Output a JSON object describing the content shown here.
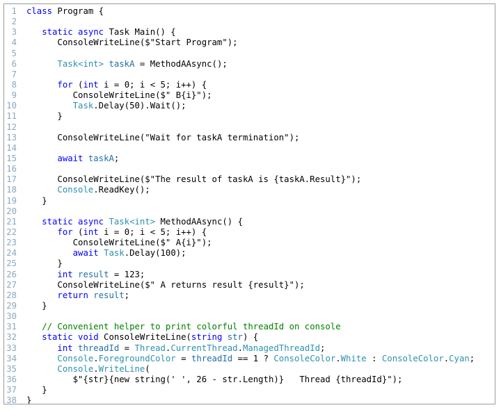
{
  "code_view": {
    "lines": [
      {
        "n": "1",
        "tokens": [
          [
            "kw",
            "class"
          ],
          [
            "p",
            " Program {"
          ]
        ]
      },
      {
        "n": "2",
        "tokens": []
      },
      {
        "n": "3",
        "tokens": [
          [
            "p",
            "   "
          ],
          [
            "kw",
            "static async"
          ],
          [
            "p",
            " Task Main() {"
          ]
        ]
      },
      {
        "n": "4",
        "tokens": [
          [
            "p",
            "      ConsoleWriteLine($\"Start Program\");"
          ]
        ]
      },
      {
        "n": "5",
        "tokens": []
      },
      {
        "n": "6",
        "tokens": [
          [
            "p",
            "      "
          ],
          [
            "ty",
            "Task<int>"
          ],
          [
            "p",
            " "
          ],
          [
            "id",
            "taskA"
          ],
          [
            "p",
            " = MethodAAsync();"
          ]
        ]
      },
      {
        "n": "7",
        "tokens": []
      },
      {
        "n": "8",
        "tokens": [
          [
            "p",
            "      "
          ],
          [
            "kw",
            "for"
          ],
          [
            "p",
            " ("
          ],
          [
            "kw",
            "int"
          ],
          [
            "p",
            " i = 0; i < 5; i++) {"
          ]
        ]
      },
      {
        "n": "9",
        "tokens": [
          [
            "p",
            "         ConsoleWriteLine($\" B{i}\");"
          ]
        ]
      },
      {
        "n": "10",
        "tokens": [
          [
            "p",
            "         "
          ],
          [
            "ty",
            "Task"
          ],
          [
            "p",
            ".Delay(50).Wait();"
          ]
        ]
      },
      {
        "n": "11",
        "tokens": [
          [
            "p",
            "      }"
          ]
        ]
      },
      {
        "n": "12",
        "tokens": []
      },
      {
        "n": "13",
        "tokens": [
          [
            "p",
            "      ConsoleWriteLine(\"Wait for taskA termination\");"
          ]
        ]
      },
      {
        "n": "14",
        "tokens": []
      },
      {
        "n": "15",
        "tokens": [
          [
            "p",
            "      "
          ],
          [
            "kw",
            "await"
          ],
          [
            "p",
            " "
          ],
          [
            "id",
            "taskA"
          ],
          [
            "p",
            ";"
          ]
        ]
      },
      {
        "n": "16",
        "tokens": []
      },
      {
        "n": "17",
        "tokens": [
          [
            "p",
            "      ConsoleWriteLine($\"The result of taskA is {taskA.Result}\");"
          ]
        ]
      },
      {
        "n": "18",
        "tokens": [
          [
            "p",
            "      "
          ],
          [
            "ty",
            "Console"
          ],
          [
            "p",
            ".ReadKey();"
          ]
        ]
      },
      {
        "n": "19",
        "tokens": [
          [
            "p",
            "   }"
          ]
        ]
      },
      {
        "n": "20",
        "tokens": []
      },
      {
        "n": "21",
        "tokens": [
          [
            "p",
            "   "
          ],
          [
            "kw",
            "static async"
          ],
          [
            "p",
            " "
          ],
          [
            "ty",
            "Task<int>"
          ],
          [
            "p",
            " MethodAAsync() {"
          ]
        ]
      },
      {
        "n": "22",
        "tokens": [
          [
            "p",
            "      "
          ],
          [
            "kw",
            "for"
          ],
          [
            "p",
            " ("
          ],
          [
            "kw",
            "int"
          ],
          [
            "p",
            " i = 0; i < 5; i++) {"
          ]
        ]
      },
      {
        "n": "23",
        "tokens": [
          [
            "p",
            "         ConsoleWriteLine($\" A{i}\");"
          ]
        ]
      },
      {
        "n": "24",
        "tokens": [
          [
            "p",
            "         "
          ],
          [
            "kw",
            "await"
          ],
          [
            "p",
            " "
          ],
          [
            "ty",
            "Task"
          ],
          [
            "p",
            ".Delay(100);"
          ]
        ]
      },
      {
        "n": "25",
        "tokens": [
          [
            "p",
            "      }"
          ]
        ]
      },
      {
        "n": "26",
        "tokens": [
          [
            "p",
            "      "
          ],
          [
            "kw",
            "int"
          ],
          [
            "p",
            " "
          ],
          [
            "id",
            "result"
          ],
          [
            "p",
            " = 123;"
          ]
        ]
      },
      {
        "n": "27",
        "tokens": [
          [
            "p",
            "      ConsoleWriteLine($\" A returns result {result}\");"
          ]
        ]
      },
      {
        "n": "28",
        "tokens": [
          [
            "p",
            "      "
          ],
          [
            "kw",
            "return"
          ],
          [
            "p",
            " "
          ],
          [
            "id",
            "result"
          ],
          [
            "p",
            ";"
          ]
        ]
      },
      {
        "n": "29",
        "tokens": [
          [
            "p",
            "   }"
          ]
        ]
      },
      {
        "n": "30",
        "tokens": []
      },
      {
        "n": "31",
        "tokens": [
          [
            "p",
            "   "
          ],
          [
            "cm",
            "// Convenient helper to print colorful threadId on console"
          ]
        ]
      },
      {
        "n": "32",
        "tokens": [
          [
            "p",
            "   "
          ],
          [
            "kw",
            "static void"
          ],
          [
            "p",
            " ConsoleWriteLine("
          ],
          [
            "kw",
            "string"
          ],
          [
            "p",
            " "
          ],
          [
            "id",
            "str"
          ],
          [
            "p",
            ") {"
          ]
        ]
      },
      {
        "n": "33",
        "tokens": [
          [
            "p",
            "      "
          ],
          [
            "kw",
            "int"
          ],
          [
            "p",
            " "
          ],
          [
            "id",
            "threadId"
          ],
          [
            "p",
            " = "
          ],
          [
            "ty",
            "Thread"
          ],
          [
            "p",
            "."
          ],
          [
            "ty",
            "CurrentThread"
          ],
          [
            "p",
            "."
          ],
          [
            "ty",
            "ManagedThreadId"
          ],
          [
            "p",
            ";"
          ]
        ]
      },
      {
        "n": "34",
        "tokens": [
          [
            "p",
            "      "
          ],
          [
            "ty",
            "Console"
          ],
          [
            "p",
            "."
          ],
          [
            "ty",
            "ForegroundColor"
          ],
          [
            "p",
            " = "
          ],
          [
            "id",
            "threadId"
          ],
          [
            "p",
            " == 1 ? "
          ],
          [
            "ty",
            "ConsoleColor"
          ],
          [
            "p",
            "."
          ],
          [
            "ty",
            "White"
          ],
          [
            "p",
            " : "
          ],
          [
            "ty",
            "ConsoleColor"
          ],
          [
            "p",
            "."
          ],
          [
            "ty",
            "Cyan"
          ],
          [
            "p",
            ";"
          ]
        ]
      },
      {
        "n": "35",
        "tokens": [
          [
            "p",
            "      "
          ],
          [
            "ty",
            "Console"
          ],
          [
            "p",
            "."
          ],
          [
            "ty",
            "WriteLine"
          ],
          [
            "p",
            "("
          ]
        ]
      },
      {
        "n": "36",
        "tokens": [
          [
            "p",
            "         $\"{str}{new string(' ', 26 - str.Length)}   Thread {threadId}\");"
          ]
        ]
      },
      {
        "n": "37",
        "tokens": [
          [
            "p",
            "   }"
          ]
        ]
      },
      {
        "n": "38",
        "tokens": [
          [
            "p",
            "}"
          ]
        ]
      }
    ]
  }
}
